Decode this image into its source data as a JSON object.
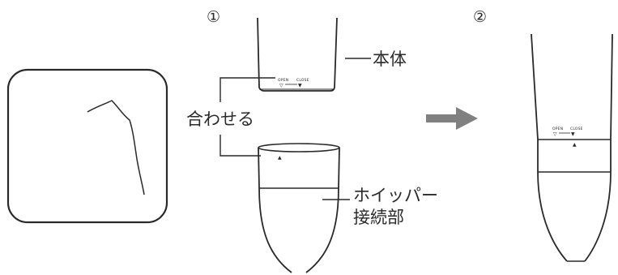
{
  "steps": {
    "step1_marker": "①",
    "step2_marker": "②"
  },
  "labels": {
    "body_unit": "本体",
    "align": "合わせる",
    "whipper_line1": "ホイッパー",
    "whipper_line2": "接続部"
  },
  "body_markings": {
    "open": "OPEN",
    "close": "CLOSE",
    "open_triangle": "▽",
    "close_triangle": "▼"
  },
  "attachment_marking": {
    "triangle": "▲"
  },
  "colors": {
    "stroke": "#2a2a2a",
    "arrow": "#808080"
  },
  "icons": {
    "direction": "arrow-right-icon"
  }
}
